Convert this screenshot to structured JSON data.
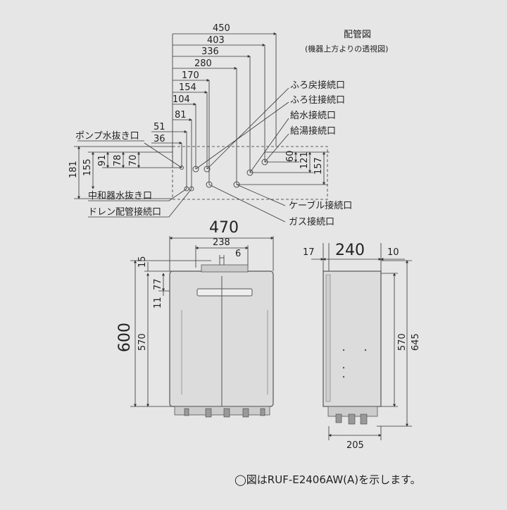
{
  "colors": {
    "background": "#e6e6e6",
    "line": "#333333",
    "unit_fill": "#dcdcdc",
    "unit_edge": "#555555"
  },
  "piping_view": {
    "title": "配管図",
    "subtitle": "(機器上方よりの透視図)",
    "horizontal_dims": [
      "450",
      "403",
      "336",
      "280",
      "170",
      "154",
      "104",
      "81",
      "51",
      "36"
    ],
    "vertical_dims_left": [
      "181",
      "155",
      "91",
      "78",
      "70"
    ],
    "vertical_dims_right": [
      "60",
      "121",
      "157"
    ],
    "connections": {
      "bath_return": "ふろ戻接続口",
      "bath_supply": "ふろ往接続口",
      "water_supply": "給水接続口",
      "hot_water": "給湯接続口",
      "pump_drain": "ポンプ水抜き口",
      "neutralizer_drain": "中和器水抜き口",
      "drain_pipe": "ドレン配管接続口",
      "cable": "ケーブル接続口",
      "gas": "ガス接続口"
    }
  },
  "front_view": {
    "width": "470",
    "top_inner": "238",
    "offset": "6",
    "height": "600",
    "body_height": "570",
    "top_gap": "15",
    "dim_77": "77",
    "dim_11": "11"
  },
  "side_view": {
    "depth": "240",
    "rear_offset": "17",
    "front_offset": "10",
    "body_height": "570",
    "total_height": "645",
    "base_depth": "205"
  },
  "footnote": "◯図はRUF-E2406AW(A)を示します。"
}
